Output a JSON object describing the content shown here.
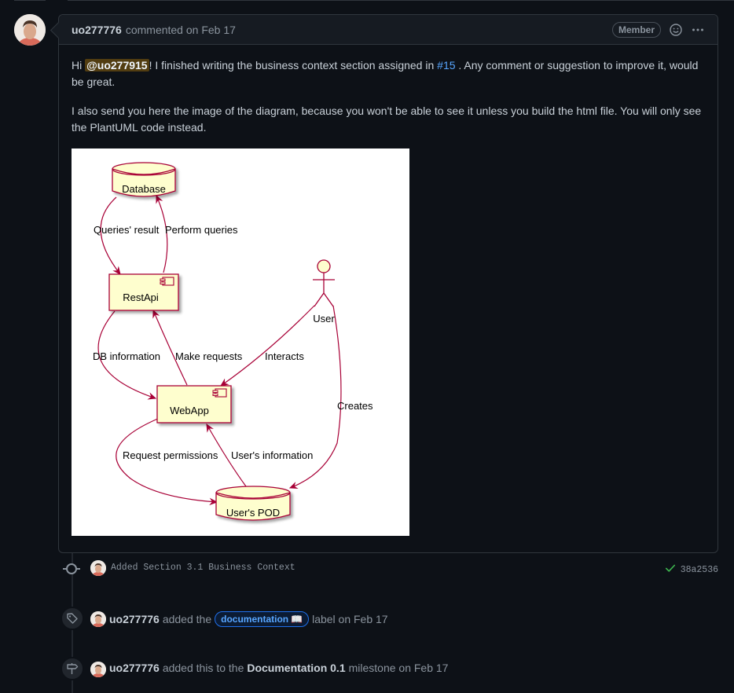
{
  "comment": {
    "author": "uo277776",
    "meta": "commented on Feb 17",
    "badge": "Member",
    "body": {
      "p1_prefix": "Hi ",
      "mention": "@uo277915",
      "p1_mid": "! I finished writing the business context section assigned in ",
      "issue_ref": "#15",
      "p1_suffix": " . Any comment or suggestion to improve it, would be great.",
      "p2": "I also send you here the image of the diagram, because you won't be able to see it unless you build the html file. You will only see the PlantUML code instead."
    }
  },
  "diagram": {
    "nodes": {
      "database": "Database",
      "restapi": "RestApi",
      "webapp": "WebApp",
      "user": "User",
      "pod": "User's POD"
    },
    "edges": {
      "queries_result": "Queries' result",
      "perform_queries": "Perform queries",
      "db_information": "DB information",
      "make_requests": "Make requests",
      "interacts": "Interacts",
      "creates": "Creates",
      "request_permissions": "Request permissions",
      "users_information": "User's information"
    }
  },
  "commit": {
    "message": "Added Section 3.1 Business Context",
    "sha": "38a2536"
  },
  "label_event": {
    "actor": "uo277776",
    "text1": "added the",
    "label": "documentation",
    "label_emoji": "📖",
    "text2": "label on Feb 17"
  },
  "milestone_event": {
    "actor": "uo277776",
    "text1": "added this to the",
    "milestone": "Documentation 0.1",
    "text2": "milestone on Feb 17"
  },
  "colors": {
    "accent": "#58a6ff",
    "node_fill": "#fefece",
    "node_stroke": "#a80036",
    "success": "#3fb950"
  }
}
